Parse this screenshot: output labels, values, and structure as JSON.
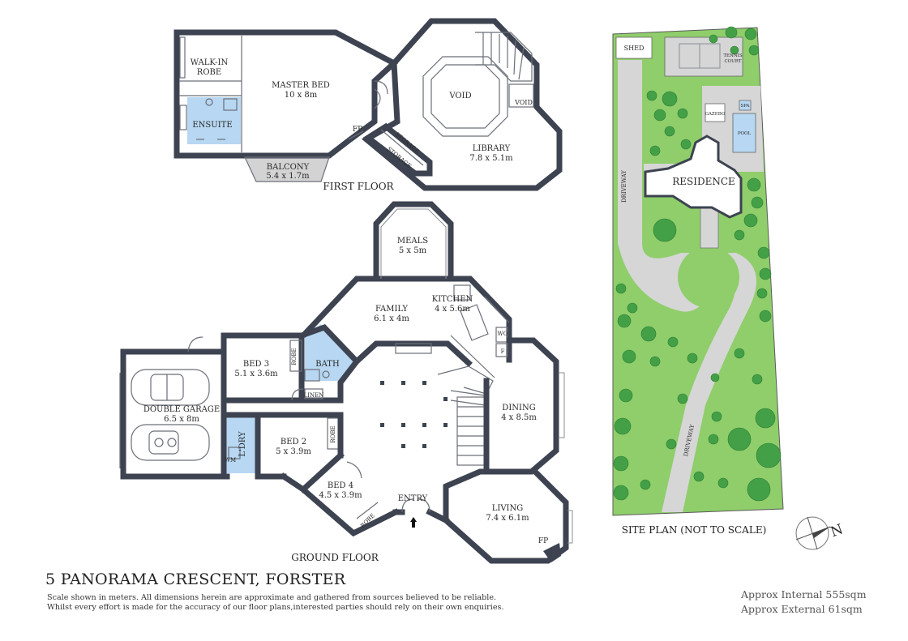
{
  "first_floor": {
    "label": "FIRST FLOOR",
    "rooms": [
      {
        "name": "WALK-IN",
        "name2": "ROBE"
      },
      {
        "name": "MASTER BED",
        "dims": "10 x 8m"
      },
      {
        "name": "ENSUITE"
      },
      {
        "name": "BALCONY",
        "dims": "5.4 x 1.7m"
      },
      {
        "name": "FP"
      },
      {
        "name": "STORAGE"
      },
      {
        "name": "STORAGE"
      },
      {
        "name": "VOID"
      },
      {
        "name": "VOID"
      },
      {
        "name": "LIBRARY",
        "dims": "7.8 x 5.1m"
      }
    ]
  },
  "ground_floor": {
    "label": "GROUND FLOOR",
    "rooms": [
      {
        "name": "MEALS",
        "dims": "5 x 5m"
      },
      {
        "name": "FAMILY",
        "dims": "6.1 x 4m"
      },
      {
        "name": "KITCHEN",
        "dims": "4 x 5.6m"
      },
      {
        "name": "WO"
      },
      {
        "name": "F"
      },
      {
        "name": "BED 3",
        "dims": "5.1 x 3.6m"
      },
      {
        "name": "ROBE"
      },
      {
        "name": "BATH"
      },
      {
        "name": "LINEN"
      },
      {
        "name": "DOUBLE GARAGE",
        "dims": "6.5 x 8m"
      },
      {
        "name": "L'DRY"
      },
      {
        "name": "WM"
      },
      {
        "name": "BED 2",
        "dims": "5 x 3.9m"
      },
      {
        "name": "ROBE"
      },
      {
        "name": "BED 4",
        "dims": "4.5 x 3.9m"
      },
      {
        "name": "ROBE"
      },
      {
        "name": "ENTRY"
      },
      {
        "name": "DINING",
        "dims": "4 x 8.5m"
      },
      {
        "name": "LIVING",
        "dims": "7.4 x 6.1m"
      },
      {
        "name": "FP"
      }
    ]
  },
  "site_plan": {
    "label": "SITE PLAN (NOT TO SCALE)",
    "labels": {
      "shed": "SHED",
      "tennis": "TENNIS",
      "court": "COURT",
      "gazebo": "GAZEBO",
      "spa": "SPA",
      "pool": "POOL",
      "residence": "RESIDENCE",
      "driveway_top": "DRIVEWAY",
      "driveway_bottom": "DRIVEWAY"
    },
    "compass_letter": "N"
  },
  "footer": {
    "address": "5 PANORAMA CRESCENT, FORSTER",
    "disclaimer_1": "Scale shown in meters. All dimensions herein are approximate and gathered from sources believed to be  reliable.",
    "disclaimer_2": "Whilst every effort is made for the accuracy of our floor plans,interested parties should rely on their own enquiries.",
    "area_internal": "Approx Internal 555sqm",
    "area_external": "Approx External 61sqm"
  },
  "colors": {
    "wall": "#3d4350",
    "wet_area": "#b7d7f2",
    "balcony": "#d3d3d3",
    "lawn": "#8fce6b",
    "driveway": "#d6d6d6",
    "tree": "#43a047"
  }
}
